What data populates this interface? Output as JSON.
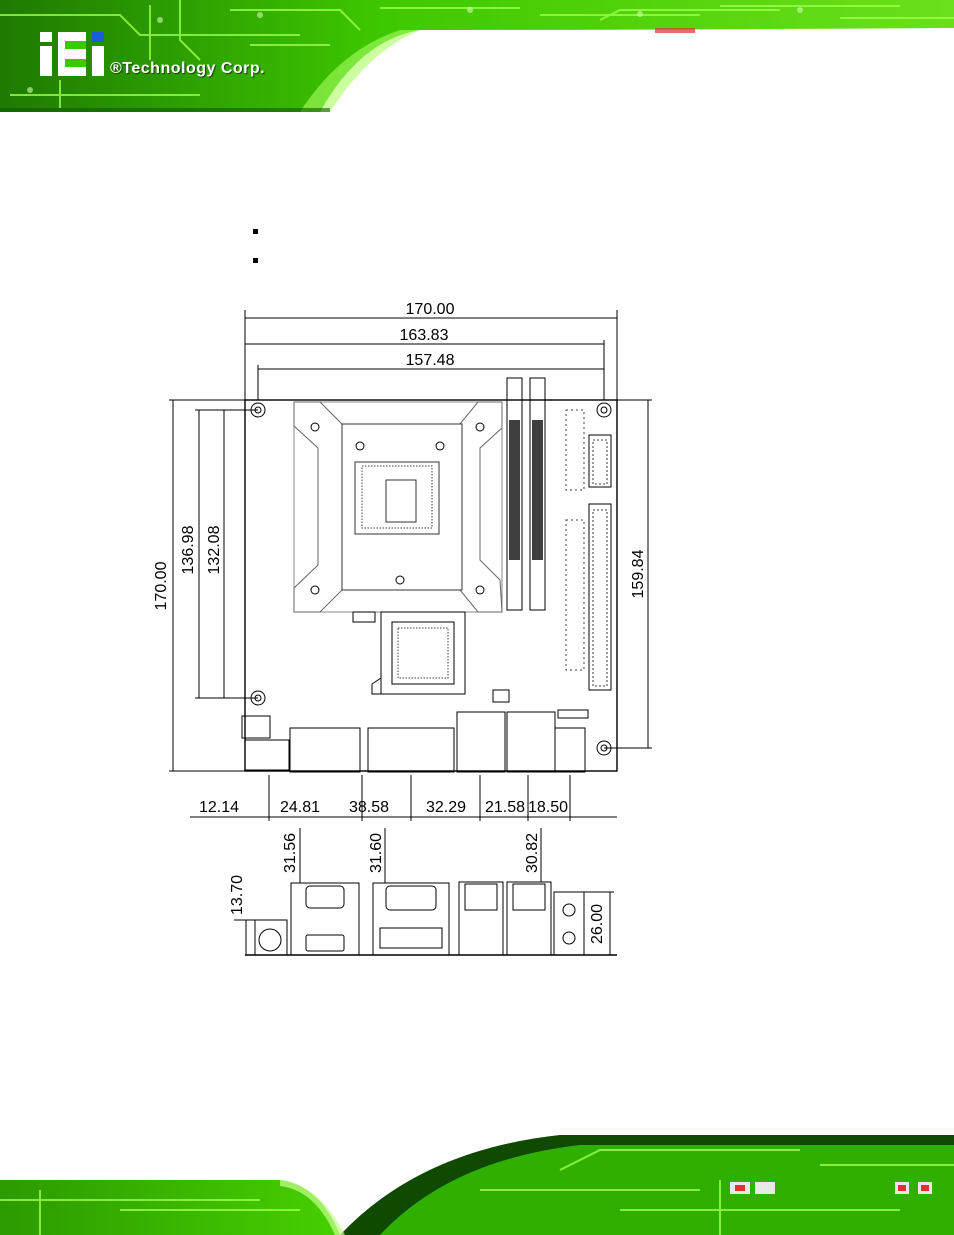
{
  "header": {
    "logo_letters": "iEi",
    "company": "®Technology Corp."
  },
  "bullets": [
    "",
    ""
  ],
  "dimensions": {
    "top_width": "170.00",
    "top_hole_span": "163.83",
    "top_hole_span_inner": "157.48",
    "left_height": "170.00",
    "left_hole_1": "136.98",
    "left_hole_2": "132.08",
    "right_height": "159.84",
    "bottom_offsets": [
      "12.14",
      "24.81",
      "38.58",
      "32.29",
      "21.58",
      "18.50"
    ],
    "io_heights": [
      "13.70",
      "31.56",
      "31.60",
      "30.82",
      "26.00"
    ]
  },
  "colors": {
    "pcb_green": "#3cc800",
    "trace_green": "#7dff2a",
    "dark_green": "#0f5a00"
  }
}
